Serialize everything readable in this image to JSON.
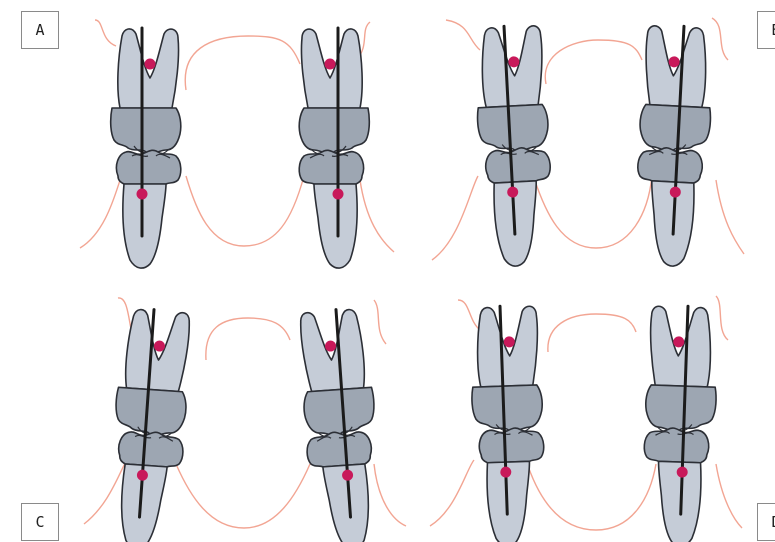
{
  "panels": [
    {
      "id": "A",
      "label": "A"
    },
    {
      "id": "B",
      "label": "B"
    },
    {
      "id": "C",
      "label": "C"
    },
    {
      "id": "D",
      "label": "D"
    }
  ],
  "colors": {
    "tooth_root": "#c5ccd7",
    "tooth_crown": "#9da6b2",
    "outline": "#2c2f36",
    "gingiva": "#f2a593",
    "long_axis": "#1b1b1b",
    "center_of_resistance": "#c8195a"
  }
}
